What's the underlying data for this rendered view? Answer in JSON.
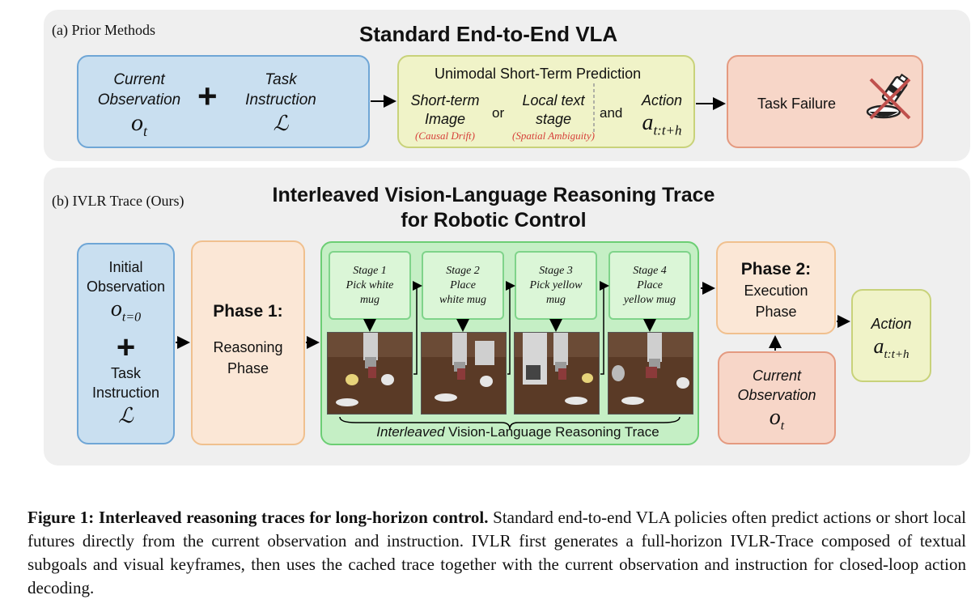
{
  "panel_a": {
    "label": "(a) Prior Methods",
    "title": "Standard End-to-End VLA",
    "current_obs_line1": "Current",
    "current_obs_line2": "Observation",
    "current_obs_symbol": "o",
    "current_obs_sub": "t",
    "plus": "+",
    "task_line1": "Task",
    "task_line2": "Instruction",
    "task_symbol": "ℒ",
    "unimodal_title": "Unimodal Short-Term Prediction",
    "shortterm_line1": "Short-term",
    "shortterm_line2": "Image",
    "shortterm_note": "(Causal Drift)",
    "or": "or",
    "localtext_line1": "Local text",
    "localtext_line2": "stage",
    "localtext_note": "(Spatial Ambiguity)",
    "and": "and",
    "action_label": "Action",
    "action_symbol": "a",
    "action_sub": "t:t+h",
    "failure": "Task Failure",
    "failure_icon": "knocked-over-bottle-with-red-cross-icon"
  },
  "panel_b": {
    "label": "(b) IVLR Trace (Ours)",
    "title_line1": "Interleaved Vision-Language Reasoning Trace",
    "title_line2": "for Robotic Control",
    "init_line1": "Initial",
    "init_line2": "Observation",
    "init_symbol": "o",
    "init_sub": "t=0",
    "plus": "+",
    "task_line1": "Task",
    "task_line2": "Instruction",
    "task_symbol": "ℒ",
    "phase1_title": "Phase 1:",
    "phase1_line1": "Reasoning",
    "phase1_line2": "Phase",
    "stages": [
      {
        "line1": "Stage 1",
        "line2": "Pick white",
        "line3": "mug"
      },
      {
        "line1": "Stage 2",
        "line2": "Place",
        "line3": "white mug"
      },
      {
        "line1": "Stage 3",
        "line2": "Pick yellow",
        "line3": "mug"
      },
      {
        "line1": "Stage 4",
        "line2": "Place",
        "line3": "yellow mug"
      }
    ],
    "trace_label_italic": "Interleaved",
    "trace_label_rest": " Vision-Language Reasoning Trace",
    "phase2_title": "Phase 2:",
    "phase2_line1": "Execution",
    "phase2_line2": "Phase",
    "current_line1": "Current",
    "current_line2": "Observation",
    "current_symbol": "o",
    "current_sub": "t",
    "action_label": "Action",
    "action_symbol": "a",
    "action_sub": "t:t+h"
  },
  "caption": {
    "bold": "Figure 1: Interleaved reasoning traces for long-horizon control.",
    "text": " Standard end-to-end VLA policies often predict actions or short local futures directly from the current observation and instruction. IVLR first generates a full-horizon IVLR-Trace composed of textual subgoals and visual keyframes, then uses the cached trace together with the current observation and instruction for closed-loop action decoding."
  },
  "colors": {
    "panel_bg": "#efefef",
    "blue_fill": "#c9dff0",
    "yellow_fill": "#f0f3c8",
    "salmon_fill": "#f7d6c8",
    "peach_fill": "#fbe7d6",
    "green_fill": "#c5efc5",
    "note_red": "#d6403a"
  }
}
